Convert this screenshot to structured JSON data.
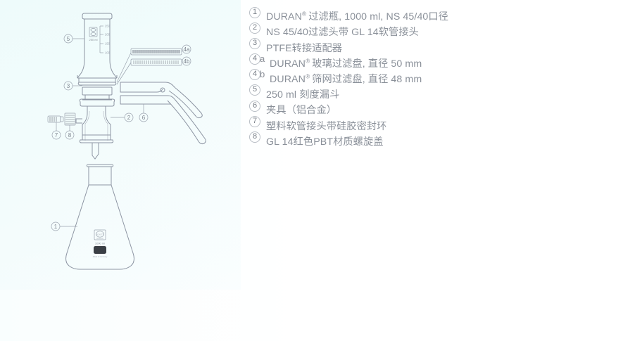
{
  "page": {
    "background_color": "#ffffff",
    "tint_color": "#eefbfb",
    "line_color": "#8d95a3",
    "text_color": "#8a9099"
  },
  "legend": {
    "items": [
      {
        "number": "1",
        "suffix": "",
        "text": "DURAN® 过滤瓶, 1000 ml, NS 45/40口径"
      },
      {
        "number": "2",
        "suffix": "",
        "text": "NS 45/40过滤头带 GL 14软管接头"
      },
      {
        "number": "3",
        "suffix": "",
        "text": "PTFE转接适配器"
      },
      {
        "number": "4",
        "suffix": "a",
        "text": "DURAN® 玻璃过滤盘, 直径 50 mm"
      },
      {
        "number": "4",
        "suffix": "b",
        "text": "DURAN® 筛网过滤盘, 直径 48 mm"
      },
      {
        "number": "5",
        "suffix": "",
        "text": "250 ml 刻度漏斗"
      },
      {
        "number": "6",
        "suffix": "",
        "text": "夹具（铝合金）"
      },
      {
        "number": "7",
        "suffix": "",
        "text": "塑料软管接头带硅胶密封环"
      },
      {
        "number": "8",
        "suffix": "",
        "text": "GL 14红色PBT材质螺旋盖"
      }
    ]
  },
  "diagram": {
    "callouts": [
      {
        "id": "callout-5",
        "label": "5",
        "target": "graduated-funnel"
      },
      {
        "id": "callout-3",
        "label": "3",
        "target": "ptfe-adapter"
      },
      {
        "id": "callout-4a",
        "label": "4a",
        "target": "glass-filter-disc"
      },
      {
        "id": "callout-4b",
        "label": "4b",
        "target": "mesh-filter-disc"
      },
      {
        "id": "callout-2",
        "label": "2",
        "target": "filter-head"
      },
      {
        "id": "callout-6",
        "label": "6",
        "target": "clamp"
      },
      {
        "id": "callout-7",
        "label": "7",
        "target": "hose-connector"
      },
      {
        "id": "callout-8",
        "label": "8",
        "target": "screw-cap"
      },
      {
        "id": "callout-1",
        "label": "1",
        "target": "filtering-flask"
      }
    ],
    "funnel": {
      "volume_label": "250 ml",
      "graduations": [
        "250",
        "200",
        "150",
        "100"
      ]
    },
    "flask": {
      "brand_top": "SCHOTT",
      "brand_bottom": "DURAN",
      "volume_label": "1000 ml",
      "origin_label": "Made in Germany"
    }
  }
}
